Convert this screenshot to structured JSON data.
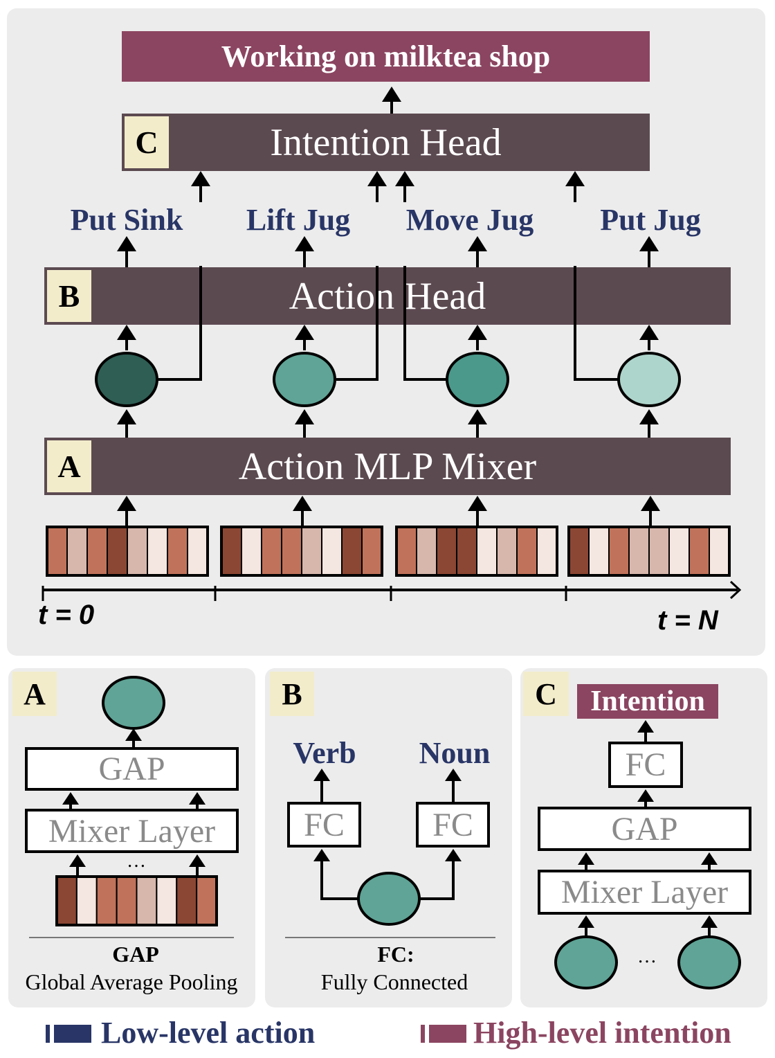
{
  "main": {
    "top_label": "Working on milktea shop",
    "intention_head": {
      "badge": "C",
      "label": "Intention Head"
    },
    "action_head": {
      "badge": "B",
      "label": "Action Head"
    },
    "mixer": {
      "badge": "A",
      "label": "Action MLP Mixer"
    },
    "actions": [
      "Put Sink",
      "Lift Jug",
      "Move Jug",
      "Put Jug"
    ],
    "node_colors": [
      "#2e5e54",
      "#5fa496",
      "#4a998b",
      "#aed5cb"
    ],
    "token_palette": [
      "#8b4733",
      "#c0735a",
      "#d7b7ac",
      "#f4e6e0"
    ],
    "token_sequences": [
      [
        1,
        2,
        1,
        0,
        2,
        3,
        1,
        3
      ],
      [
        0,
        3,
        1,
        1,
        2,
        3,
        0,
        1
      ],
      [
        1,
        2,
        0,
        0,
        3,
        2,
        1,
        3
      ],
      [
        0,
        3,
        1,
        2,
        2,
        3,
        1,
        3
      ]
    ],
    "time_start": "t = 0",
    "time_end": "t = N"
  },
  "panel_a": {
    "badge": "A",
    "gap_label": "GAP",
    "mixer_label": "Mixer Layer",
    "ellipsis": "…",
    "tokens": [
      0,
      3,
      1,
      1,
      2,
      3,
      0,
      1
    ],
    "caption_bold": "GAP",
    "caption": "Global Average Pooling"
  },
  "panel_b": {
    "badge": "B",
    "verb": "Verb",
    "noun": "Noun",
    "fc": "FC",
    "caption_bold": "FC:",
    "caption": "Fully Connected"
  },
  "panel_c": {
    "badge": "C",
    "intention_label": "Intention",
    "fc": "FC",
    "gap_label": "GAP",
    "mixer_label": "Mixer Layer",
    "ellipsis": "…"
  },
  "legend": {
    "low_level": "Low-level action",
    "high_level": "High-level intention",
    "low_color": "#283566",
    "high_color": "#8b4560"
  }
}
